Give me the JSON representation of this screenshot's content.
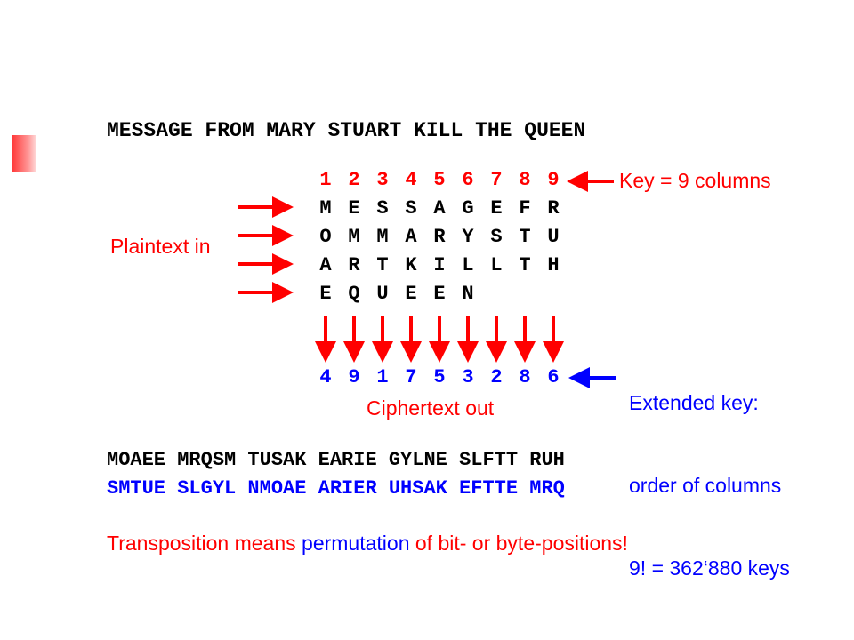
{
  "title": "MESSAGE FROM MARY STUART KILL THE QUEEN",
  "key_numbers": [
    "1",
    "2",
    "3",
    "4",
    "5",
    "6",
    "7",
    "8",
    "9"
  ],
  "key_label": "Key = 9 columns",
  "plaintext_label": "Plaintext in",
  "grid_rows": [
    [
      "M",
      "E",
      "S",
      "S",
      "A",
      "G",
      "E",
      "F",
      "R"
    ],
    [
      "O",
      "M",
      "M",
      "A",
      "R",
      "Y",
      "S",
      "T",
      "U"
    ],
    [
      "A",
      "R",
      "T",
      "K",
      "I",
      "L",
      "L",
      "T",
      "H"
    ],
    [
      "E",
      "Q",
      "U",
      "E",
      "E",
      "N",
      "",
      "",
      ""
    ]
  ],
  "extended_numbers": [
    "4",
    "9",
    "1",
    "7",
    "5",
    "3",
    "2",
    "8",
    "6"
  ],
  "extended_key_label": [
    "Extended key:",
    "order of columns",
    "9! = 362‘880 keys"
  ],
  "ciphertext_label": "Ciphertext out",
  "output_black": "MOAEE MRQSM TUSAK EARIE GYLNE SLFTT RUH",
  "output_blue": "SMTUE SLGYL NMOAE ARIER UHSAK EFTTE MRQ",
  "summary": {
    "part1": "Transposition means ",
    "part2": "permutation",
    "part3": " of bit- or byte-positions!"
  },
  "colors": {
    "red": "#ff0000",
    "blue": "#0000ff",
    "black": "#000000",
    "bullet": "#ff4040"
  }
}
